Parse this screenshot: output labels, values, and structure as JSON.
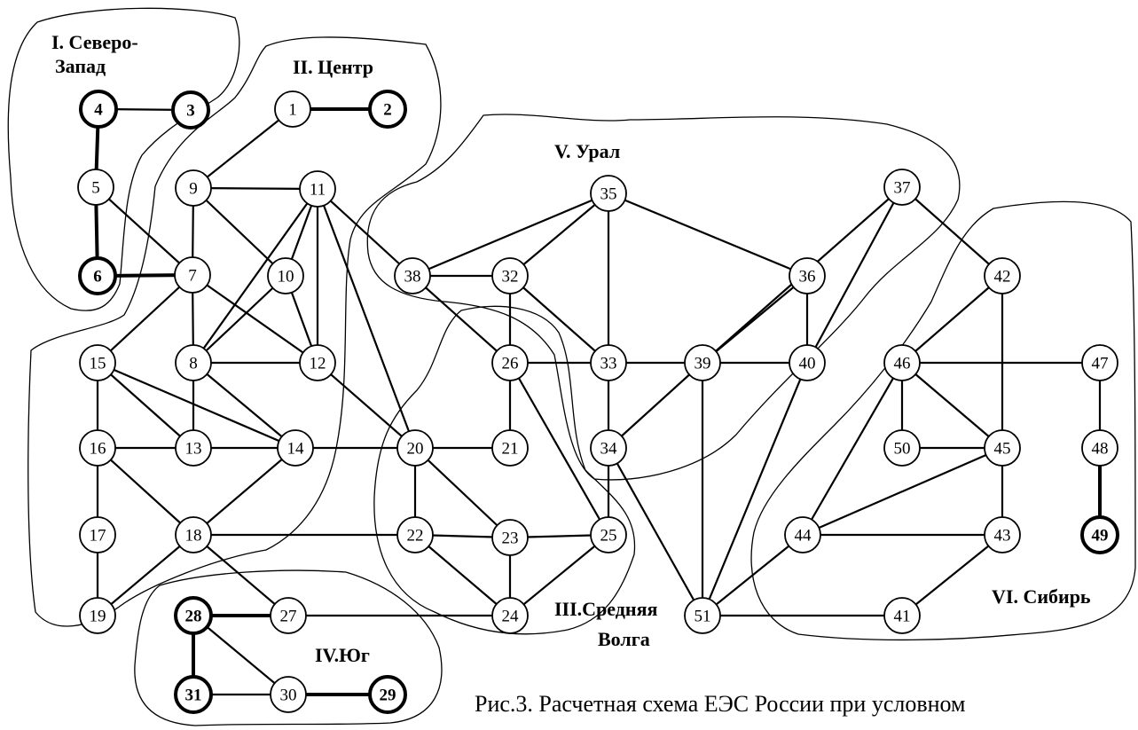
{
  "regions": [
    {
      "id": "r1",
      "line1": "I. Северо-",
      "line2": "Запад"
    },
    {
      "id": "r2",
      "line1": "II. Центр"
    },
    {
      "id": "r3",
      "line1": "III.Средняя",
      "line2": "Волга"
    },
    {
      "id": "r4",
      "line1": "IV.Юг"
    },
    {
      "id": "r5",
      "line1": "V. Урал"
    },
    {
      "id": "r6",
      "line1": "VI. Сибирь"
    }
  ],
  "caption": "Рис.3. Расчетная схема ЕЭС России при условном",
  "nodes": [
    {
      "id": "1",
      "bold": false
    },
    {
      "id": "2",
      "bold": true
    },
    {
      "id": "3",
      "bold": true
    },
    {
      "id": "4",
      "bold": true
    },
    {
      "id": "5",
      "bold": false
    },
    {
      "id": "6",
      "bold": true
    },
    {
      "id": "7",
      "bold": false
    },
    {
      "id": "8",
      "bold": false
    },
    {
      "id": "9",
      "bold": false
    },
    {
      "id": "10",
      "bold": false
    },
    {
      "id": "11",
      "bold": false
    },
    {
      "id": "12",
      "bold": false
    },
    {
      "id": "13",
      "bold": false
    },
    {
      "id": "14",
      "bold": false
    },
    {
      "id": "15",
      "bold": false
    },
    {
      "id": "16",
      "bold": false
    },
    {
      "id": "17",
      "bold": false
    },
    {
      "id": "18",
      "bold": false
    },
    {
      "id": "19",
      "bold": false
    },
    {
      "id": "20",
      "bold": false
    },
    {
      "id": "21",
      "bold": false
    },
    {
      "id": "22",
      "bold": false
    },
    {
      "id": "23",
      "bold": false
    },
    {
      "id": "24",
      "bold": false
    },
    {
      "id": "25",
      "bold": false
    },
    {
      "id": "26",
      "bold": false
    },
    {
      "id": "27",
      "bold": false
    },
    {
      "id": "28",
      "bold": true
    },
    {
      "id": "29",
      "bold": true
    },
    {
      "id": "30",
      "bold": false
    },
    {
      "id": "31",
      "bold": true
    },
    {
      "id": "32",
      "bold": false
    },
    {
      "id": "33",
      "bold": false
    },
    {
      "id": "34",
      "bold": false
    },
    {
      "id": "35",
      "bold": false
    },
    {
      "id": "36",
      "bold": false
    },
    {
      "id": "37",
      "bold": false
    },
    {
      "id": "38",
      "bold": false
    },
    {
      "id": "39",
      "bold": false
    },
    {
      "id": "40",
      "bold": false
    },
    {
      "id": "41",
      "bold": false
    },
    {
      "id": "42",
      "bold": false
    },
    {
      "id": "43",
      "bold": false
    },
    {
      "id": "44",
      "bold": false
    },
    {
      "id": "45",
      "bold": false
    },
    {
      "id": "46",
      "bold": false
    },
    {
      "id": "47",
      "bold": false
    },
    {
      "id": "48",
      "bold": false
    },
    {
      "id": "49",
      "bold": true
    },
    {
      "id": "50",
      "bold": false
    },
    {
      "id": "51",
      "bold": false
    }
  ],
  "edges": [
    [
      "4",
      "3",
      false
    ],
    [
      "4",
      "5",
      true
    ],
    [
      "5",
      "6",
      true
    ],
    [
      "6",
      "7",
      true
    ],
    [
      "5",
      "7",
      false
    ],
    [
      "1",
      "2",
      true
    ],
    [
      "1",
      "9",
      false
    ],
    [
      "9",
      "11",
      false
    ],
    [
      "9",
      "7",
      false
    ],
    [
      "9",
      "10",
      false
    ],
    [
      "11",
      "10",
      false
    ],
    [
      "11",
      "8",
      false
    ],
    [
      "11",
      "12",
      false
    ],
    [
      "11",
      "20",
      false
    ],
    [
      "11",
      "38",
      false
    ],
    [
      "10",
      "12",
      false
    ],
    [
      "10",
      "8",
      false
    ],
    [
      "7",
      "8",
      false
    ],
    [
      "7",
      "12",
      false
    ],
    [
      "7",
      "15",
      false
    ],
    [
      "8",
      "12",
      false
    ],
    [
      "8",
      "13",
      false
    ],
    [
      "8",
      "14",
      false
    ],
    [
      "12",
      "20",
      false
    ],
    [
      "15",
      "16",
      false
    ],
    [
      "15",
      "13",
      false
    ],
    [
      "15",
      "14",
      false
    ],
    [
      "16",
      "13",
      false
    ],
    [
      "16",
      "17",
      false
    ],
    [
      "16",
      "18",
      false
    ],
    [
      "13",
      "14",
      false
    ],
    [
      "14",
      "18",
      false
    ],
    [
      "14",
      "20",
      false
    ],
    [
      "17",
      "19",
      false
    ],
    [
      "18",
      "19",
      false
    ],
    [
      "18",
      "22",
      false
    ],
    [
      "18",
      "27",
      false
    ],
    [
      "20",
      "21",
      false
    ],
    [
      "20",
      "22",
      false
    ],
    [
      "20",
      "23",
      false
    ],
    [
      "22",
      "23",
      false
    ],
    [
      "22",
      "24",
      false
    ],
    [
      "23",
      "24",
      false
    ],
    [
      "23",
      "25",
      false
    ],
    [
      "24",
      "25",
      false
    ],
    [
      "27",
      "24",
      false
    ],
    [
      "28",
      "27",
      true
    ],
    [
      "28",
      "31",
      true
    ],
    [
      "28",
      "30",
      false
    ],
    [
      "31",
      "30",
      false
    ],
    [
      "30",
      "29",
      true
    ],
    [
      "26",
      "21",
      false
    ],
    [
      "26",
      "33",
      false
    ],
    [
      "26",
      "25",
      false
    ],
    [
      "38",
      "32",
      false
    ],
    [
      "38",
      "26",
      false
    ],
    [
      "38",
      "35",
      false
    ],
    [
      "32",
      "35",
      false
    ],
    [
      "32",
      "26",
      false
    ],
    [
      "32",
      "33",
      false
    ],
    [
      "35",
      "33",
      false
    ],
    [
      "35",
      "36",
      false
    ],
    [
      "33",
      "34",
      false
    ],
    [
      "33",
      "39",
      false
    ],
    [
      "34",
      "25",
      false
    ],
    [
      "34",
      "39",
      false
    ],
    [
      "34",
      "51",
      false
    ],
    [
      "39",
      "40",
      false
    ],
    [
      "39",
      "36",
      false
    ],
    [
      "39",
      "37",
      false
    ],
    [
      "39",
      "51",
      false
    ],
    [
      "36",
      "40",
      false
    ],
    [
      "37",
      "40",
      false
    ],
    [
      "37",
      "42",
      false
    ],
    [
      "40",
      "51",
      false
    ],
    [
      "51",
      "41",
      false
    ],
    [
      "51",
      "44",
      false
    ],
    [
      "42",
      "46",
      false
    ],
    [
      "42",
      "45",
      false
    ],
    [
      "46",
      "47",
      false
    ],
    [
      "46",
      "50",
      false
    ],
    [
      "46",
      "45",
      false
    ],
    [
      "46",
      "44",
      false
    ],
    [
      "50",
      "45",
      false
    ],
    [
      "45",
      "44",
      false
    ],
    [
      "45",
      "43",
      false
    ],
    [
      "44",
      "43",
      false
    ],
    [
      "43",
      "41",
      false
    ],
    [
      "47",
      "48",
      false
    ],
    [
      "48",
      "49",
      true
    ]
  ]
}
